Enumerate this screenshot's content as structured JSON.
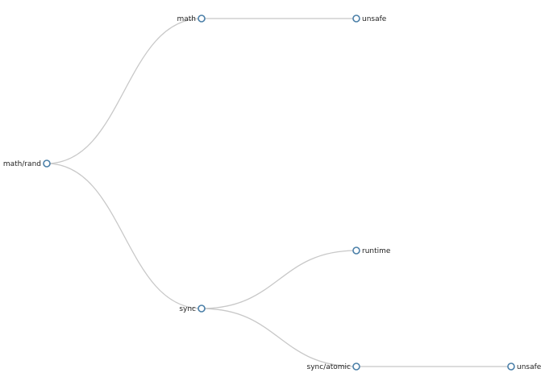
{
  "tree": {
    "root": {
      "id": "n0",
      "label": "math/rand",
      "children": [
        {
          "id": "n1",
          "label": "math",
          "children": [
            {
              "id": "n3",
              "label": "unsafe",
              "children": []
            }
          ]
        },
        {
          "id": "n2",
          "label": "sync",
          "children": [
            {
              "id": "n4",
              "label": "runtime",
              "children": []
            },
            {
              "id": "n5",
              "label": "sync/atomic",
              "children": [
                {
                  "id": "n6",
                  "label": "unsafe",
                  "children": []
                }
              ]
            }
          ]
        }
      ]
    }
  },
  "colors": {
    "link": "#c8c8c8",
    "node_stroke": "#4a7fa8",
    "node_fill": "#ffffff",
    "text": "#222222"
  }
}
